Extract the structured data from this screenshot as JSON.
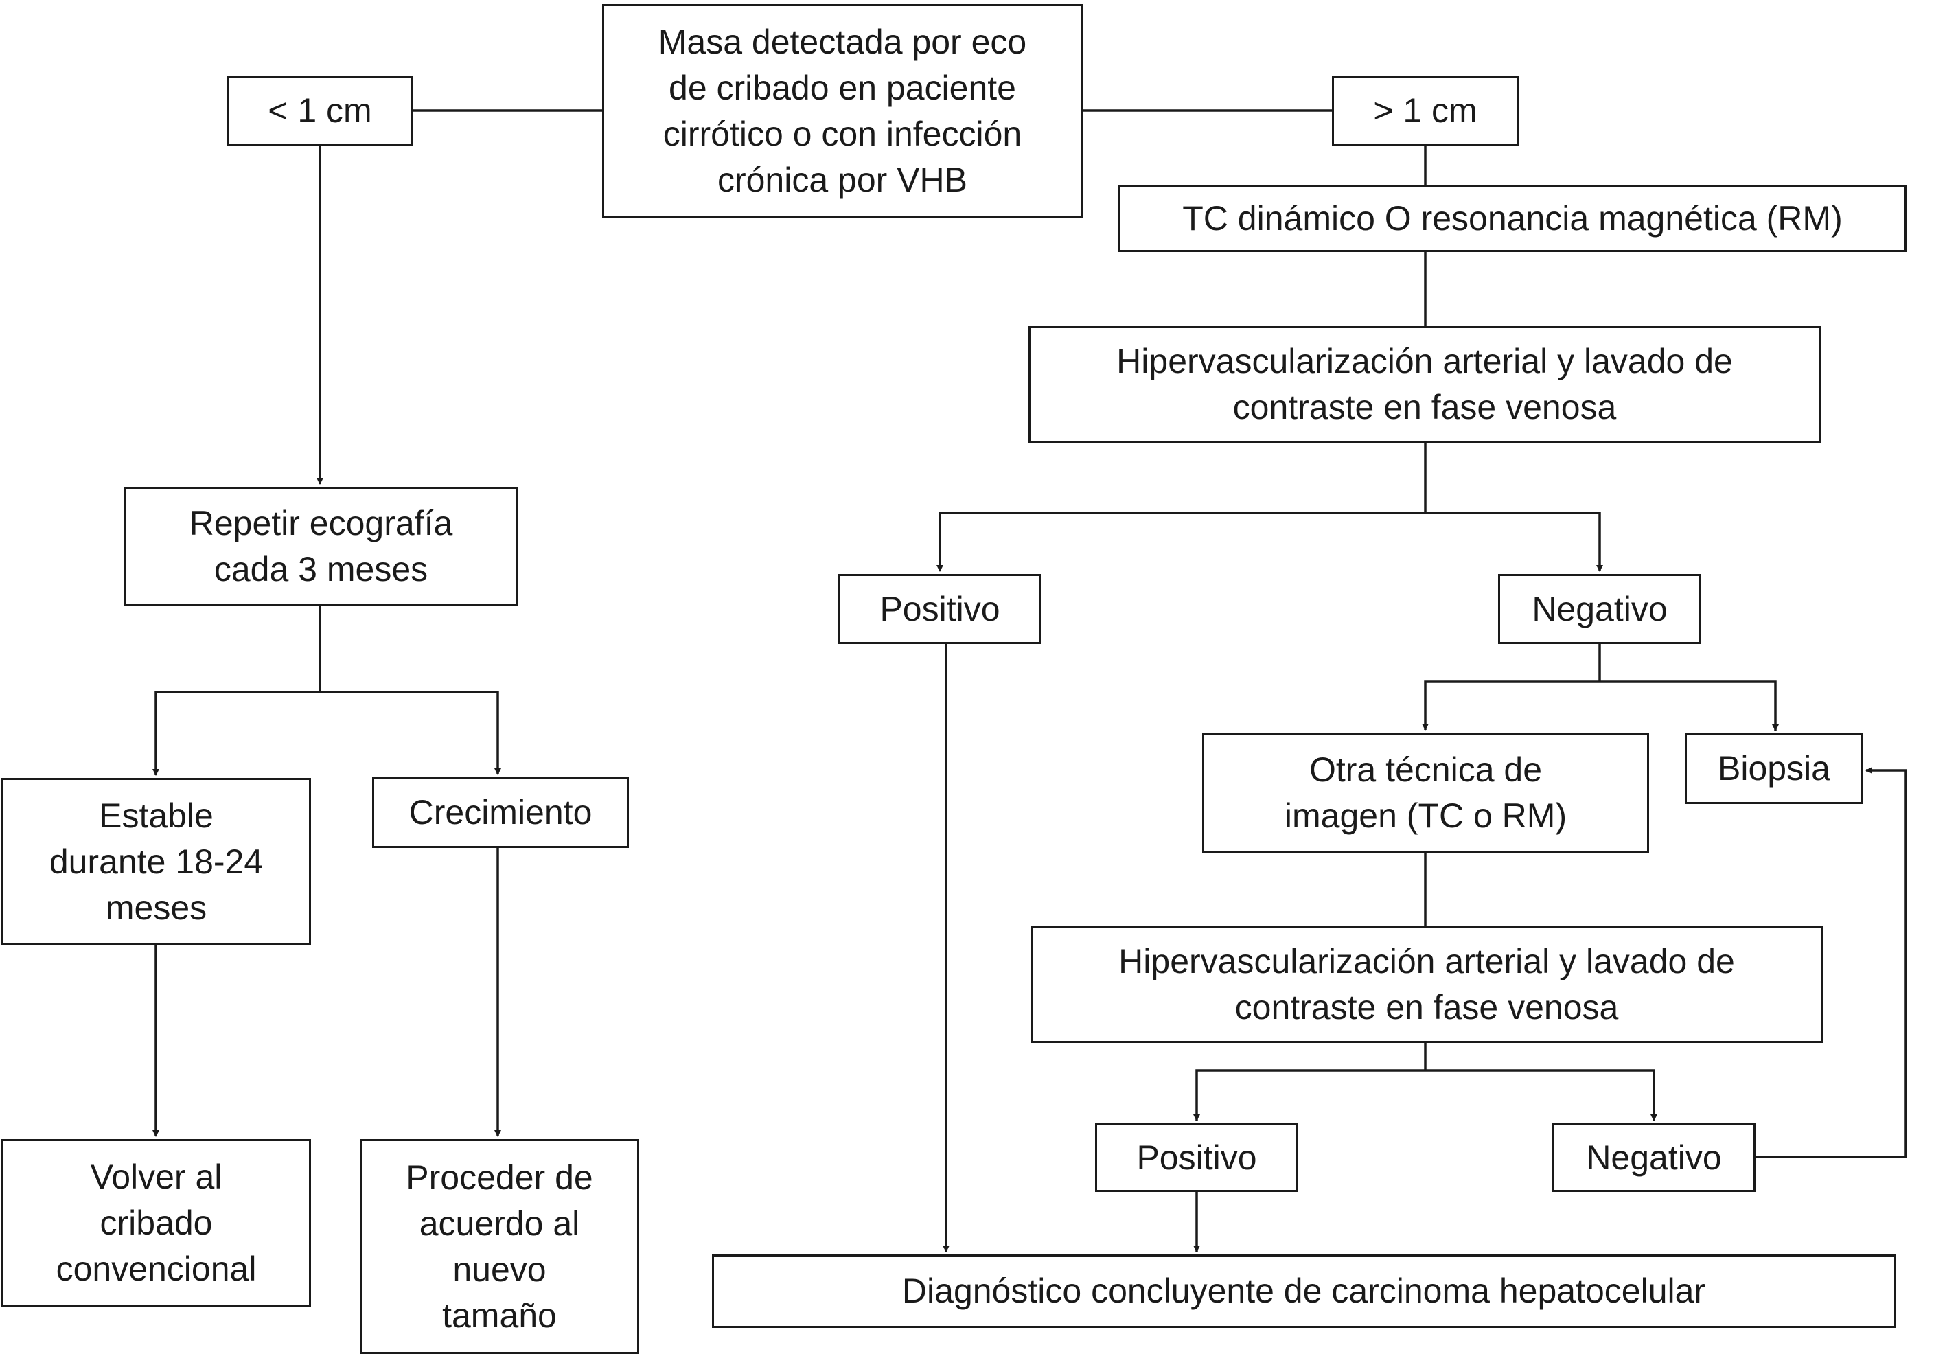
{
  "nodes": {
    "root": "Masa detectada por eco\nde cribado en paciente\ncirrótico o con infección\ncrónica por VHB",
    "lt1": "< 1 cm",
    "gt1": "> 1 cm",
    "tc": "TC dinámico O resonancia magnética (RM)",
    "hiper1": "Hipervascularización arterial y lavado de\ncontraste en fase venosa",
    "pos1": "Positivo",
    "neg1": "Negativo",
    "otra": "Otra técnica de\nimagen (TC o RM)",
    "biopsia": "Biopsia",
    "hiper2": "Hipervascularización arterial y lavado de\ncontraste en fase venosa",
    "pos2": "Positivo",
    "neg2": "Negativo",
    "diag": "Diagnóstico concluyente de carcinoma hepatocelular",
    "repetir": "Repetir ecografía\ncada 3 meses",
    "estable": "Estable\ndurante 18-24\nmeses",
    "crec": "Crecimiento",
    "volver": "Volver al\ncribado\nconvencional",
    "proceder": "Proceder de\nacuerdo al\nnuevo\ntamaño"
  },
  "colors": {
    "stroke": "#1a1a1a",
    "background": "#ffffff"
  }
}
